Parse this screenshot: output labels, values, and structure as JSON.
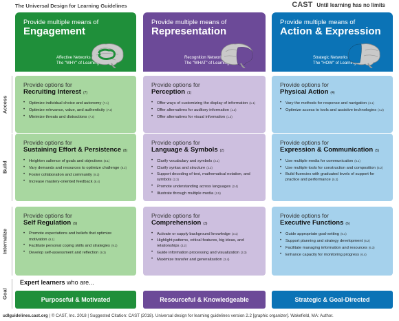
{
  "top": {
    "title": "The Universal Design for Learning Guidelines",
    "logo": "CAST",
    "tagline": "Until learning has no limits"
  },
  "colors": {
    "engagement": "#1f8f3a",
    "representation": "#6c4a98",
    "action": "#0b73b6",
    "engagement_light": "#a8d7a0",
    "representation_light": "#cdbfdf",
    "action_light": "#a5d1ec"
  },
  "headers": {
    "engagement": {
      "pm": "Provide multiple means of",
      "title": "Engagement",
      "net1": "Affective Networks",
      "net2": "The \"WHY\" of Learning",
      "icon": "brain-affective-icon"
    },
    "representation": {
      "pm": "Provide multiple means of",
      "title": "Representation",
      "net1": "Recognition Networks",
      "net2": "The \"WHAT\" of Learning",
      "icon": "brain-recognition-icon"
    },
    "action": {
      "pm": "Provide multiple means of",
      "title": "Action & Expression",
      "net1": "Strategic Networks",
      "net2": "The \"HOW\" of Learning",
      "icon": "brain-strategic-icon"
    }
  },
  "rows": {
    "access": "Access",
    "build": "Build",
    "internalize": "Internalize",
    "goal": "Goal"
  },
  "cells": {
    "recruiting": {
      "po": "Provide options for",
      "title": "Recruiting Interest",
      "num": "(7)",
      "items": [
        {
          "t": "Optimize individual choice and autonomy",
          "n": "(7.1)"
        },
        {
          "t": "Optimize relevance, value, and authenticity",
          "n": "(7.2)"
        },
        {
          "t": "Minimize threats and distractions",
          "n": "(7.3)"
        }
      ]
    },
    "perception": {
      "po": "Provide options for",
      "title": "Perception",
      "num": "(1)",
      "items": [
        {
          "t": "Offer ways of customizing the display of information",
          "n": "(1.1)"
        },
        {
          "t": "Offer alternatives for auditory information",
          "n": "(1.2)"
        },
        {
          "t": "Offer alternatives for visual information",
          "n": "(1.3)"
        }
      ]
    },
    "physical": {
      "po": "Provide options for",
      "title": "Physical Action",
      "num": "(4)",
      "items": [
        {
          "t": "Vary the methods for response and navigation",
          "n": "(4.1)"
        },
        {
          "t": "Optimize access to tools and assistive technologies",
          "n": "(4.2)"
        }
      ]
    },
    "sustaining": {
      "po": "Provide options for",
      "title": "Sustaining Effort & Persistence",
      "num": "(8)",
      "items": [
        {
          "t": "Heighten salience of goals and objectives",
          "n": "(8.1)"
        },
        {
          "t": "Vary demands and resources to optimize challenge",
          "n": "(8.2)"
        },
        {
          "t": "Foster collaboration and community",
          "n": "(8.3)"
        },
        {
          "t": "Increase mastery-oriented feedback",
          "n": "(8.4)"
        }
      ]
    },
    "language": {
      "po": "Provide options for",
      "title": "Language & Symbols",
      "num": "(2)",
      "items": [
        {
          "t": "Clarify vocabulary and symbols",
          "n": "(2.1)"
        },
        {
          "t": "Clarify syntax and structure",
          "n": "(2.2)"
        },
        {
          "t": "Support decoding of text, mathematical notation, and symbols",
          "n": "(2.3)"
        },
        {
          "t": "Promote understanding across languages",
          "n": "(2.4)"
        },
        {
          "t": "Illustrate through multiple media",
          "n": "(2.5)"
        }
      ]
    },
    "expression": {
      "po": "Provide options for",
      "title": "Expression & Communication",
      "num": "(5)",
      "items": [
        {
          "t": "Use multiple media for communication",
          "n": "(5.1)"
        },
        {
          "t": "Use multiple tools for construction and composition",
          "n": "(5.2)"
        },
        {
          "t": "Build fluencies with graduated levels of support for practice and performance",
          "n": "(5.3)"
        }
      ]
    },
    "selfreg": {
      "po": "Provide options for",
      "title": "Self Regulation",
      "num": "(9)",
      "items": [
        {
          "t": "Promote expectations and beliefs that optimize motivation",
          "n": "(9.1)"
        },
        {
          "t": "Facilitate personal coping skills and strategies",
          "n": "(9.2)"
        },
        {
          "t": "Develop self-assessment and reflection",
          "n": "(9.3)"
        }
      ]
    },
    "comprehension": {
      "po": "Provide options for",
      "title": "Comprehension",
      "num": "(3)",
      "items": [
        {
          "t": "Activate or supply background knowledge",
          "n": "(3.1)"
        },
        {
          "t": "Highlight patterns, critical features, big ideas, and relationships",
          "n": "(3.2)"
        },
        {
          "t": "Guide information processing and visualization",
          "n": "(3.3)"
        },
        {
          "t": "Maximize transfer and generalization",
          "n": "(3.4)"
        }
      ]
    },
    "executive": {
      "po": "Provide options for",
      "title": "Executive Functions",
      "num": "(6)",
      "items": [
        {
          "t": "Guide appropriate goal-setting",
          "n": "(6.1)"
        },
        {
          "t": "Support planning and strategy development",
          "n": "(6.2)"
        },
        {
          "t": "Facilitate managing information and resources",
          "n": "(6.3)"
        },
        {
          "t": "Enhance capacity for monitoring progress",
          "n": "(6.4)"
        }
      ]
    }
  },
  "goal": {
    "lead": "Expert learners",
    "rest": "who are...",
    "g1": "Purposeful & Motivated",
    "g2": "Resourceful & Knowledgeable",
    "g3": "Strategic & Goal-Directed"
  },
  "footer": {
    "url": "udlguidelines.cast.org",
    "text": " | © CAST, Inc. 2018  |  Suggested Citation: CAST (2018). Universal design for learning guidelines version 2.2 [graphic organizer]. Wakefield, MA: Author."
  }
}
